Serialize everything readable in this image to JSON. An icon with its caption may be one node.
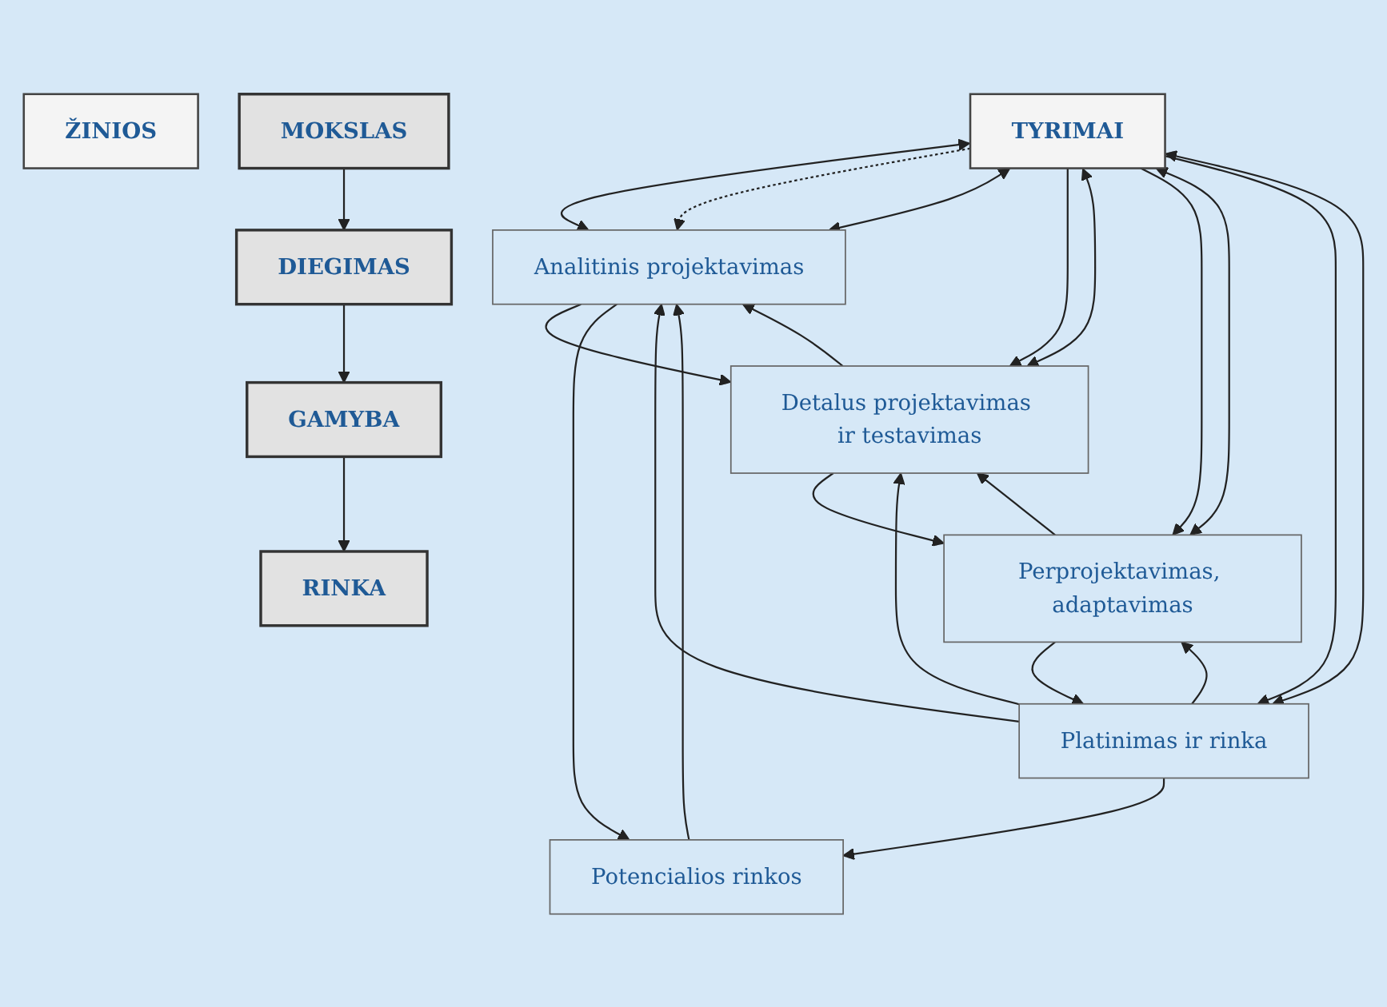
{
  "diagram": {
    "nodes": [
      {
        "text": [
          "MOKSLAS"
        ]
      },
      {
        "text": [
          "DIEGIMAS"
        ]
      },
      {
        "text": [
          "GAMYBA"
        ]
      },
      {
        "text": [
          "RINKA"
        ]
      },
      {
        "text": [
          "TYRIMAI"
        ]
      },
      {
        "text": [
          "ŽINIOS"
        ]
      },
      {
        "text": [
          "Potencialios rinkos"
        ]
      },
      {
        "text": [
          "Analitinis projektavimas"
        ]
      },
      {
        "text": [
          "Detalus projektavimas ir testavimas"
        ]
      },
      {
        "text": [
          "Perprojektavimas, adaptavimas"
        ]
      },
      {
        "text": [
          "Platinimas ir rinka"
        ]
      }
    ],
    "edges": [
      {
        "from": 0,
        "to": 1,
        "arrow": "to"
      },
      {
        "from": 1,
        "to": 2,
        "arrow": "to"
      },
      {
        "from": 2,
        "to": 3,
        "arrow": "to"
      },
      {
        "from": 4,
        "to": 7,
        "arrow": "both"
      },
      {
        "from": 4,
        "to": 7,
        "arrow": "to",
        "style": "dashed"
      },
      {
        "from": 4,
        "to": 7,
        "arrow": "both"
      },
      {
        "from": 4,
        "to": 8,
        "arrow": "to"
      },
      {
        "from": 4,
        "to": 8,
        "arrow": "both"
      },
      {
        "from": 4,
        "to": 9,
        "arrow": "to"
      },
      {
        "from": 4,
        "to": 9,
        "arrow": "both"
      },
      {
        "from": 4,
        "to": 10,
        "arrow": "to"
      },
      {
        "from": 4,
        "to": 10,
        "arrow": "both"
      },
      {
        "from": 6,
        "to": 7,
        "arrow": "to"
      },
      {
        "from": 7,
        "to": 8,
        "arrow": "to"
      },
      {
        "from": 8,
        "to": 9,
        "arrow": "to"
      },
      {
        "from": 9,
        "to": 10,
        "arrow": "to"
      },
      {
        "from": 7,
        "to": 6,
        "arrow": "to"
      },
      {
        "from": 8,
        "to": 7,
        "arrow": "to"
      },
      {
        "from": 9,
        "to": 8,
        "arrow": "to"
      },
      {
        "from": 10,
        "to": 9,
        "arrow": "to"
      },
      {
        "from": 10,
        "to": 8,
        "arrow": "to"
      },
      {
        "from": 10,
        "to": 7,
        "arrow": "to"
      },
      {
        "from": 10,
        "to": 6,
        "arrow": "to"
      }
    ]
  }
}
